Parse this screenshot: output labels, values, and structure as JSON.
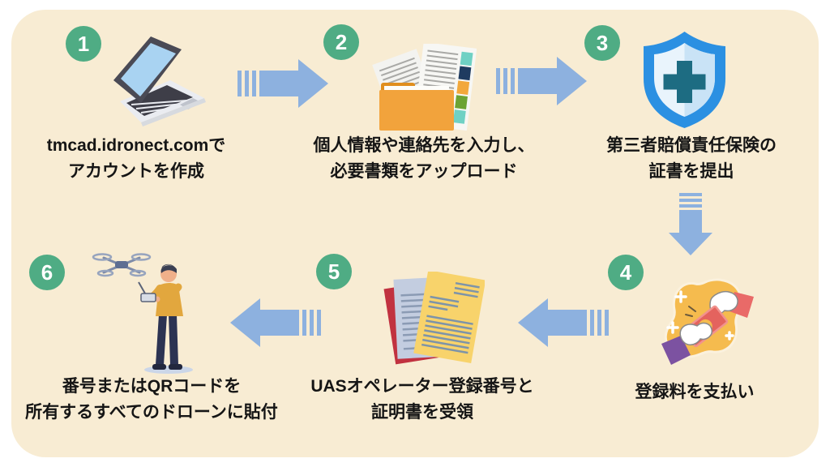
{
  "page": {
    "background_color": "#FFFFFF",
    "panel_color": "#F8ECD3",
    "badge_color": "#4FAC84",
    "arrow_color": "#8DB1DF",
    "text_color": "#151515"
  },
  "steps": [
    {
      "number": "1",
      "icon": "laptop-icon",
      "caption": "tmcad.idronect.comで\nアカウントを作成"
    },
    {
      "number": "2",
      "icon": "documents-folder-icon",
      "caption": "個人情報や連絡先を入力し、\n必要書類をアップロード"
    },
    {
      "number": "3",
      "icon": "insurance-shield-icon",
      "caption": "第三者賠償責任保険の\n証書を提出"
    },
    {
      "number": "4",
      "icon": "payment-hands-icon",
      "caption": "登録料を支払い"
    },
    {
      "number": "5",
      "icon": "certificate-documents-icon",
      "caption": "UASオペレーター登録番号と\n証明書を受領"
    },
    {
      "number": "6",
      "icon": "drone-pilot-icon",
      "caption": "番号またはQRコードを\n所有するすべてのドローンに貼付"
    }
  ],
  "arrows": [
    {
      "name": "step1-to-step2",
      "direction": "right"
    },
    {
      "name": "step2-to-step3",
      "direction": "right"
    },
    {
      "name": "step3-to-step4",
      "direction": "down"
    },
    {
      "name": "step4-to-step5",
      "direction": "left"
    },
    {
      "name": "step5-to-step6",
      "direction": "left"
    }
  ]
}
